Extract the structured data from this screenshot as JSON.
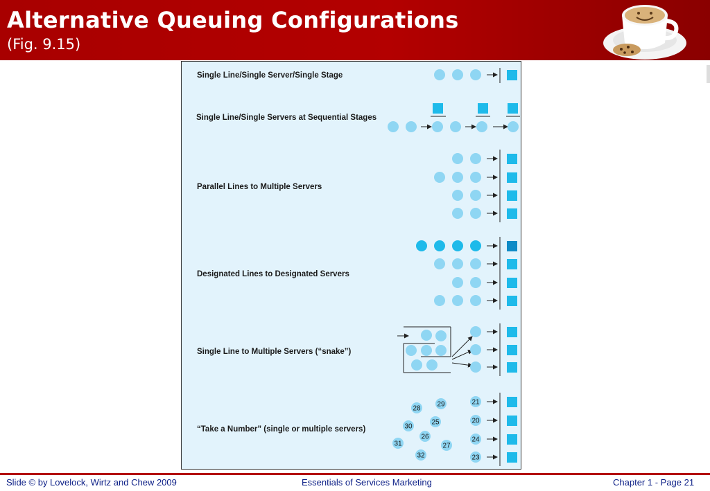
{
  "header": {
    "title": "Alternative Queuing Configurations",
    "subtitle": "(Fig. 9.15)"
  },
  "figure": {
    "labels": [
      "Single Line/Single Server/Single Stage",
      "Single Line/Single Servers at Sequential Stages",
      "Parallel Lines to Multiple Servers",
      "Designated Lines to Designated Servers",
      "Single Line to Multiple Servers (“snake”)",
      "“Take a Number” (single or multiple servers)"
    ],
    "take_number_customers": [
      "28",
      "29",
      "30",
      "25",
      "26",
      "31",
      "27",
      "32"
    ],
    "take_number_served": [
      "21",
      "20",
      "24",
      "23"
    ]
  },
  "footer": {
    "left": "Slide © by Lovelock, Wirtz and Chew 2009",
    "center": "Essentials of Services Marketing",
    "right": "Chapter 1 - Page 21"
  },
  "colors": {
    "header_red": "#b30000",
    "customer_circle": "#8fd6f3",
    "priority_circle": "#1ebaea",
    "server_square": "#1ebaea",
    "footer_text": "#0b1e86"
  }
}
